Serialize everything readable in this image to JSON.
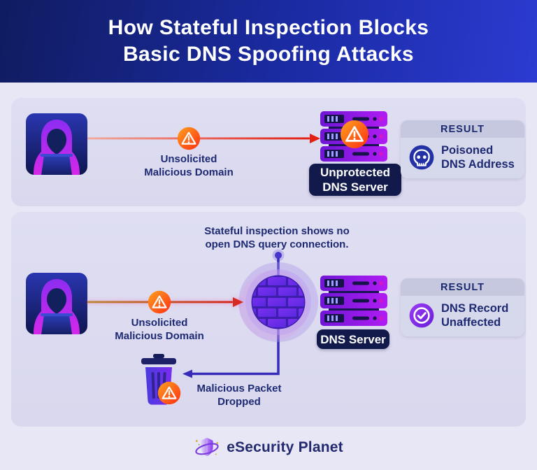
{
  "header": {
    "title_line1": "How Stateful Inspection Blocks",
    "title_line2": "Basic DNS Spoofing Attacks"
  },
  "scenario1": {
    "attack_label": {
      "line1": "Unsolicited",
      "line2": "Malicious Domain"
    },
    "server_label": {
      "line1": "Unprotected",
      "line2": "DNS Server"
    },
    "result": {
      "title": "RESULT",
      "outcome_line1": "Poisoned",
      "outcome_line2": "DNS Address"
    }
  },
  "scenario2": {
    "inspection_note": {
      "line1": "Stateful inspection shows no",
      "line2": "open DNS query connection."
    },
    "attack_label": {
      "line1": "Unsolicited",
      "line2": "Malicious Domain"
    },
    "server_label": "DNS Server",
    "result": {
      "title": "RESULT",
      "outcome_line1": "DNS Record",
      "outcome_line2": "Unaffected"
    },
    "dropped_label": {
      "line1": "Malicious Packet",
      "line2": "Dropped"
    }
  },
  "footer": {
    "brand": "eSecurity Planet"
  },
  "icons": {
    "hacker": "hooded-attacker-with-laptop",
    "warning": "alert-triangle-in-orange-circle",
    "server": "rack-server-stack",
    "skull": "poisoned-skull",
    "check": "check-circle",
    "firewall": "brick-wall-sphere",
    "trash": "trash-can",
    "logo": "shield-with-orbit-ring"
  },
  "colors": {
    "header_gradient_start": "#101c60",
    "header_gradient_end": "#2c3bd1",
    "background": "#e8e7f6",
    "panel": "#dcdbef",
    "navy_text": "#1e2a72",
    "badge_navy": "#111a4a",
    "danger_red": "#e42014",
    "warning_orange": "#ff9420",
    "purple": "#8a2cf4",
    "indigo_connector": "#372cba"
  }
}
